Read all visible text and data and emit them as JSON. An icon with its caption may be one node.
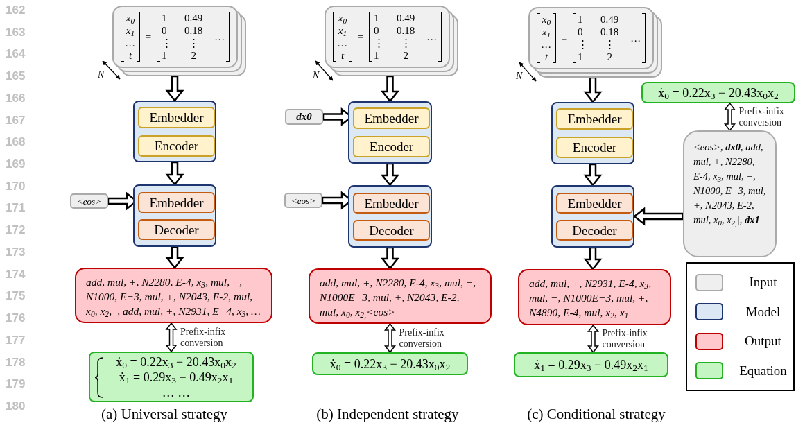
{
  "diagram": {
    "nodes": [
      {
        "text": [
          "x$_{0}$",
          "x$_{1}$",
          "…",
          "t",
          "=",
          "1",
          "0.49",
          "0",
          "0.18",
          "⋮",
          "⋮",
          "1",
          "2",
          "…"
        ]
      },
      {
        "text": [],
        "shape": "box"
      },
      {
        "text": [
          "Embedder"
        ],
        "in": 1
      },
      {
        "text": [
          "Encoder"
        ],
        "in": 1
      },
      {
        "text": [
          "<eos>"
        ]
      },
      {
        "text": [],
        "shape": "box"
      },
      {
        "text": [
          "Embedder"
        ],
        "in": 5
      },
      {
        "text": [
          "Decoder"
        ],
        "in": 5
      },
      {
        "text": [
          "add, mul, +, N2280, E-4, x$_{3}$, mul, −, N1000, E−3, mul, +, N2043, E-2, mul, x$_{0}$, x$_{2}$, |, add, mul, +, N2931, E−4, x$_{3}$, …"
        ]
      },
      {
        "text": [
          "ẋ$_{0}$ = 0.22x$_{3}$ − 20.43x$_{0}$x$_{2}$",
          "ẋ$_{1}$ = 0.29x$_{3}$ − 0.49x$_{2}$x$_{1}$",
          "… …"
        ]
      },
      {
        "text": [
          "x$_{0}$",
          "x$_{1}$",
          "…",
          "t",
          "=",
          "1",
          "0.49",
          "0",
          "0.18",
          "⋮",
          "⋮",
          "1",
          "2",
          "…"
        ]
      },
      {
        "text": [
          "dx0"
        ]
      },
      {
        "text": [],
        "shape": "box"
      },
      {
        "text": [
          "Embedder"
        ],
        "in": 12
      },
      {
        "text": [
          "Encoder"
        ],
        "in": 12
      },
      {
        "text": [
          "<eos>"
        ]
      },
      {
        "text": [],
        "shape": "box"
      },
      {
        "text": [
          "Embedder"
        ],
        "in": 16
      },
      {
        "text": [
          "Decoder"
        ],
        "in": 16
      },
      {
        "text": [
          "add, mul, +, N2280, E-4, x$_{3}$, mul, −, N1000E−3, mul, +, N2043, E-2, mul, x$_{0}$, x$_{2,}$<eos>"
        ]
      },
      {
        "text": [
          "ẋ$_{0}$ = 0.22x$_{3}$ − 20.43x$_{0}$x$_{2}$"
        ]
      },
      {
        "text": [
          "x$_{0}$",
          "x$_{1}$",
          "…",
          "t",
          "=",
          "1",
          "0.49",
          "0",
          "0.18",
          "⋮",
          "⋮",
          "1",
          "2",
          "…"
        ]
      },
      {
        "text": [],
        "shape": "box"
      },
      {
        "text": [
          "Embedder"
        ],
        "in": 22
      },
      {
        "text": [
          "Encoder"
        ],
        "in": 22
      },
      {
        "text": [],
        "shape": "box"
      },
      {
        "text": [
          "Embedder"
        ],
        "in": 25
      },
      {
        "text": [
          "Decoder"
        ],
        "in": 25
      },
      {
        "text": [
          "add, mul, +, N2931, E-4, x$_{3}$, mul, −, N1000E−3, mul, +, N4890, E-4, mul, x$_{2}$, x$_{1}$"
        ]
      },
      {
        "text": [
          "ẋ$_{1}$ = 0.29x$_{3}$ − 0.49x$_{2}$x$_{1}$"
        ]
      },
      {
        "text": [
          "ẋ$_{0}$ = 0.22x$_{3}$ − 20.43x$_{0}$x$_{2}$"
        ]
      },
      {
        "text": [
          "<eos>, **dx0**, add, mul, +, N2280, E-4, x$_{3}$, mul, −, N1000, E−3, mul, +, N2043, E-2, mul, x$_{0}$, x$_{2,}$|, **dx1**"
        ]
      }
    ],
    "edges": [
      {
        "from": 0,
        "to": 1,
        "arrow": "to"
      },
      {
        "from": 4,
        "to": 6,
        "arrow": "to"
      },
      {
        "from": 1,
        "to": 5,
        "arrow": "to"
      },
      {
        "from": 5,
        "to": 8,
        "arrow": "to"
      },
      {
        "from": 8,
        "to": 9,
        "arrow": "both",
        "label": "Prefix-infix conversion"
      },
      {
        "from": 10,
        "to": 12,
        "arrow": "to"
      },
      {
        "from": 11,
        "to": 13,
        "arrow": "to"
      },
      {
        "from": 12,
        "to": 16,
        "arrow": "to"
      },
      {
        "from": 15,
        "to": 17,
        "arrow": "to"
      },
      {
        "from": 16,
        "to": 19,
        "arrow": "to"
      },
      {
        "from": 19,
        "to": 20,
        "arrow": "both",
        "label": "Prefix-infix conversion"
      },
      {
        "from": 21,
        "to": 22,
        "arrow": "to"
      },
      {
        "from": 22,
        "to": 25,
        "arrow": "to"
      },
      {
        "from": 31,
        "to": 25,
        "arrow": "to"
      },
      {
        "from": 25,
        "to": 28,
        "arrow": "to"
      },
      {
        "from": 28,
        "to": 29,
        "arrow": "both",
        "label": "Prefix-infix conversion"
      },
      {
        "from": 30,
        "to": 31,
        "arrow": "both",
        "label": "Prefix-infix conversion"
      }
    ],
    "labels": [
      "162",
      "163",
      "164",
      "165",
      "166",
      "167",
      "168",
      "169",
      "170",
      "171",
      "172",
      "173",
      "174",
      "175",
      "176",
      "177",
      "178",
      "179",
      "180",
      "N",
      "N",
      "N",
      "(a) Universal strategy",
      "(b) Independent strategy",
      "(c) Conditional strategy"
    ],
    "legend": [
      {
        "text": "Input",
        "color": "#efefef"
      },
      {
        "text": "Model",
        "color": "#dde8f5"
      },
      {
        "text": "Output",
        "color": "#ffc8cc"
      },
      {
        "text": "Equation",
        "color": "#c5f5c3"
      }
    ]
  }
}
